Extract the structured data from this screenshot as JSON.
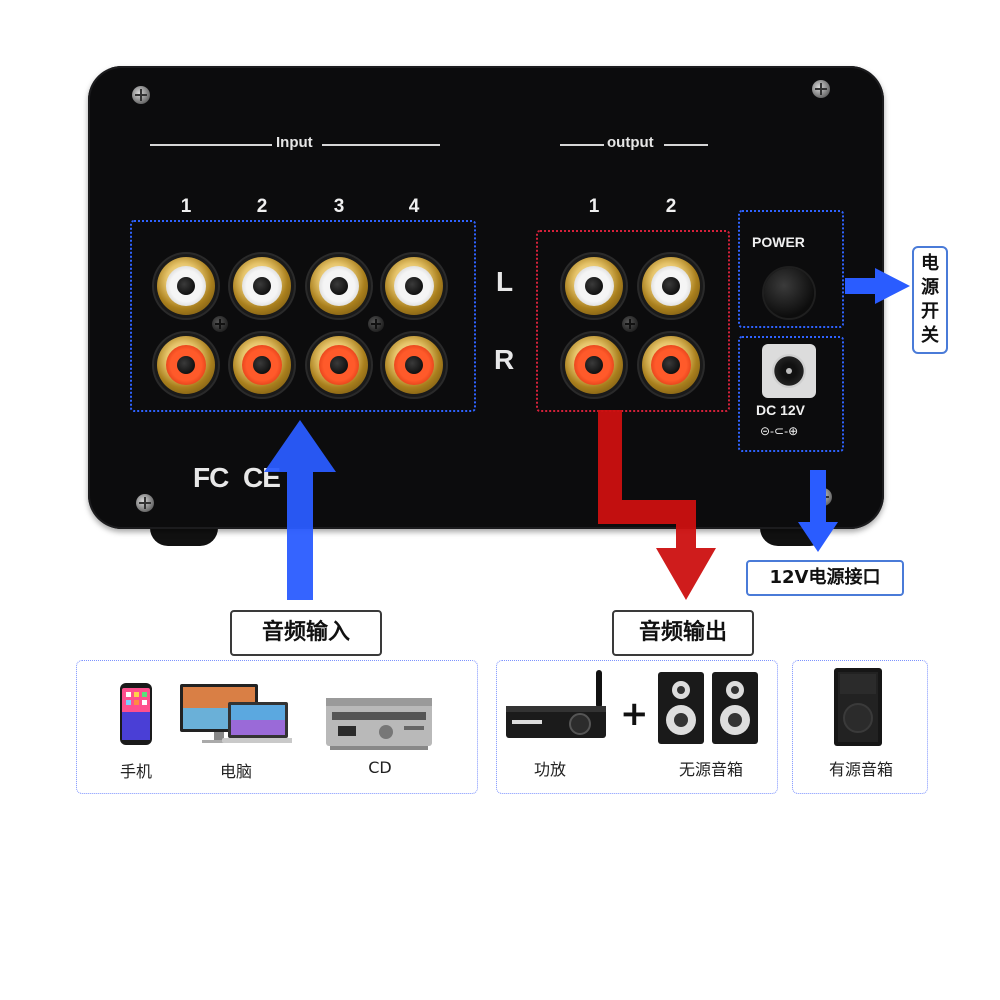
{
  "device": {
    "input_label": "Input",
    "output_label": "output",
    "input_channels": [
      "1",
      "2",
      "3",
      "4"
    ],
    "output_channels": [
      "1",
      "2"
    ],
    "left_label": "L",
    "right_label": "R",
    "power_label": "POWER",
    "dc_label": "DC 12V",
    "dc_polarity": "⊝-⊂-⊕",
    "cert_fc": "FC",
    "cert_ce": "CE"
  },
  "callouts": {
    "power_switch": "电源开关",
    "power_port": "12V电源接口",
    "audio_input": "音频输入",
    "audio_output": "音频输出"
  },
  "input_sources": {
    "items": [
      {
        "label": "手机",
        "icon": "phone-icon"
      },
      {
        "label": "电脑",
        "icon": "computer-icon"
      },
      {
        "label": "CD",
        "icon": "cd-player-icon"
      }
    ]
  },
  "output_devices": {
    "amp_label": "功放",
    "plus": "+",
    "passive_speaker_label": "无源音箱",
    "active_speaker_label": "有源音箱"
  },
  "colors": {
    "input_arrow": "#2a5cff",
    "output_arrow": "#cc1010",
    "input_box": "#2f63ff",
    "output_box": "#d4213a"
  }
}
